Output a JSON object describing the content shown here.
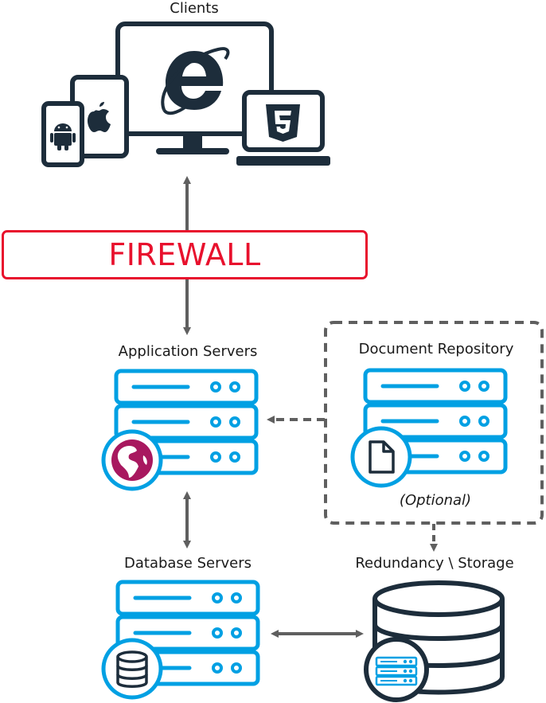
{
  "colors": {
    "dark": "#1d2d3b",
    "blue": "#00a0e3",
    "red": "#e8112d",
    "magenta": "#a8185f",
    "arrow_gray": "#5f5f5f"
  },
  "nodes": {
    "clients": {
      "label": "Clients",
      "icons": [
        "android-icon",
        "apple-icon",
        "internet-explorer-icon",
        "html5-icon"
      ]
    },
    "firewall": {
      "label": "FIREWALL"
    },
    "app_servers": {
      "label": "Application Servers",
      "badge": "globe-icon"
    },
    "doc_repo": {
      "label": "Document Repository",
      "note": "(Optional)",
      "badge": "document-icon"
    },
    "db_servers": {
      "label": "Database Servers",
      "badge": "database-icon"
    },
    "storage": {
      "label": "Redundancy \\ Storage",
      "badge": "server-icon"
    }
  },
  "edges": [
    {
      "from": "firewall",
      "to": "clients",
      "style": "solid",
      "direction": "forward"
    },
    {
      "from": "firewall",
      "to": "app_servers",
      "style": "solid",
      "direction": "forward"
    },
    {
      "from": "doc_repo",
      "to": "app_servers",
      "style": "dashed",
      "direction": "forward"
    },
    {
      "from": "app_servers",
      "to": "db_servers",
      "style": "solid",
      "direction": "both"
    },
    {
      "from": "db_servers",
      "to": "storage",
      "style": "solid",
      "direction": "both"
    },
    {
      "from": "doc_repo",
      "to": "storage",
      "style": "dashed",
      "direction": "forward"
    }
  ]
}
